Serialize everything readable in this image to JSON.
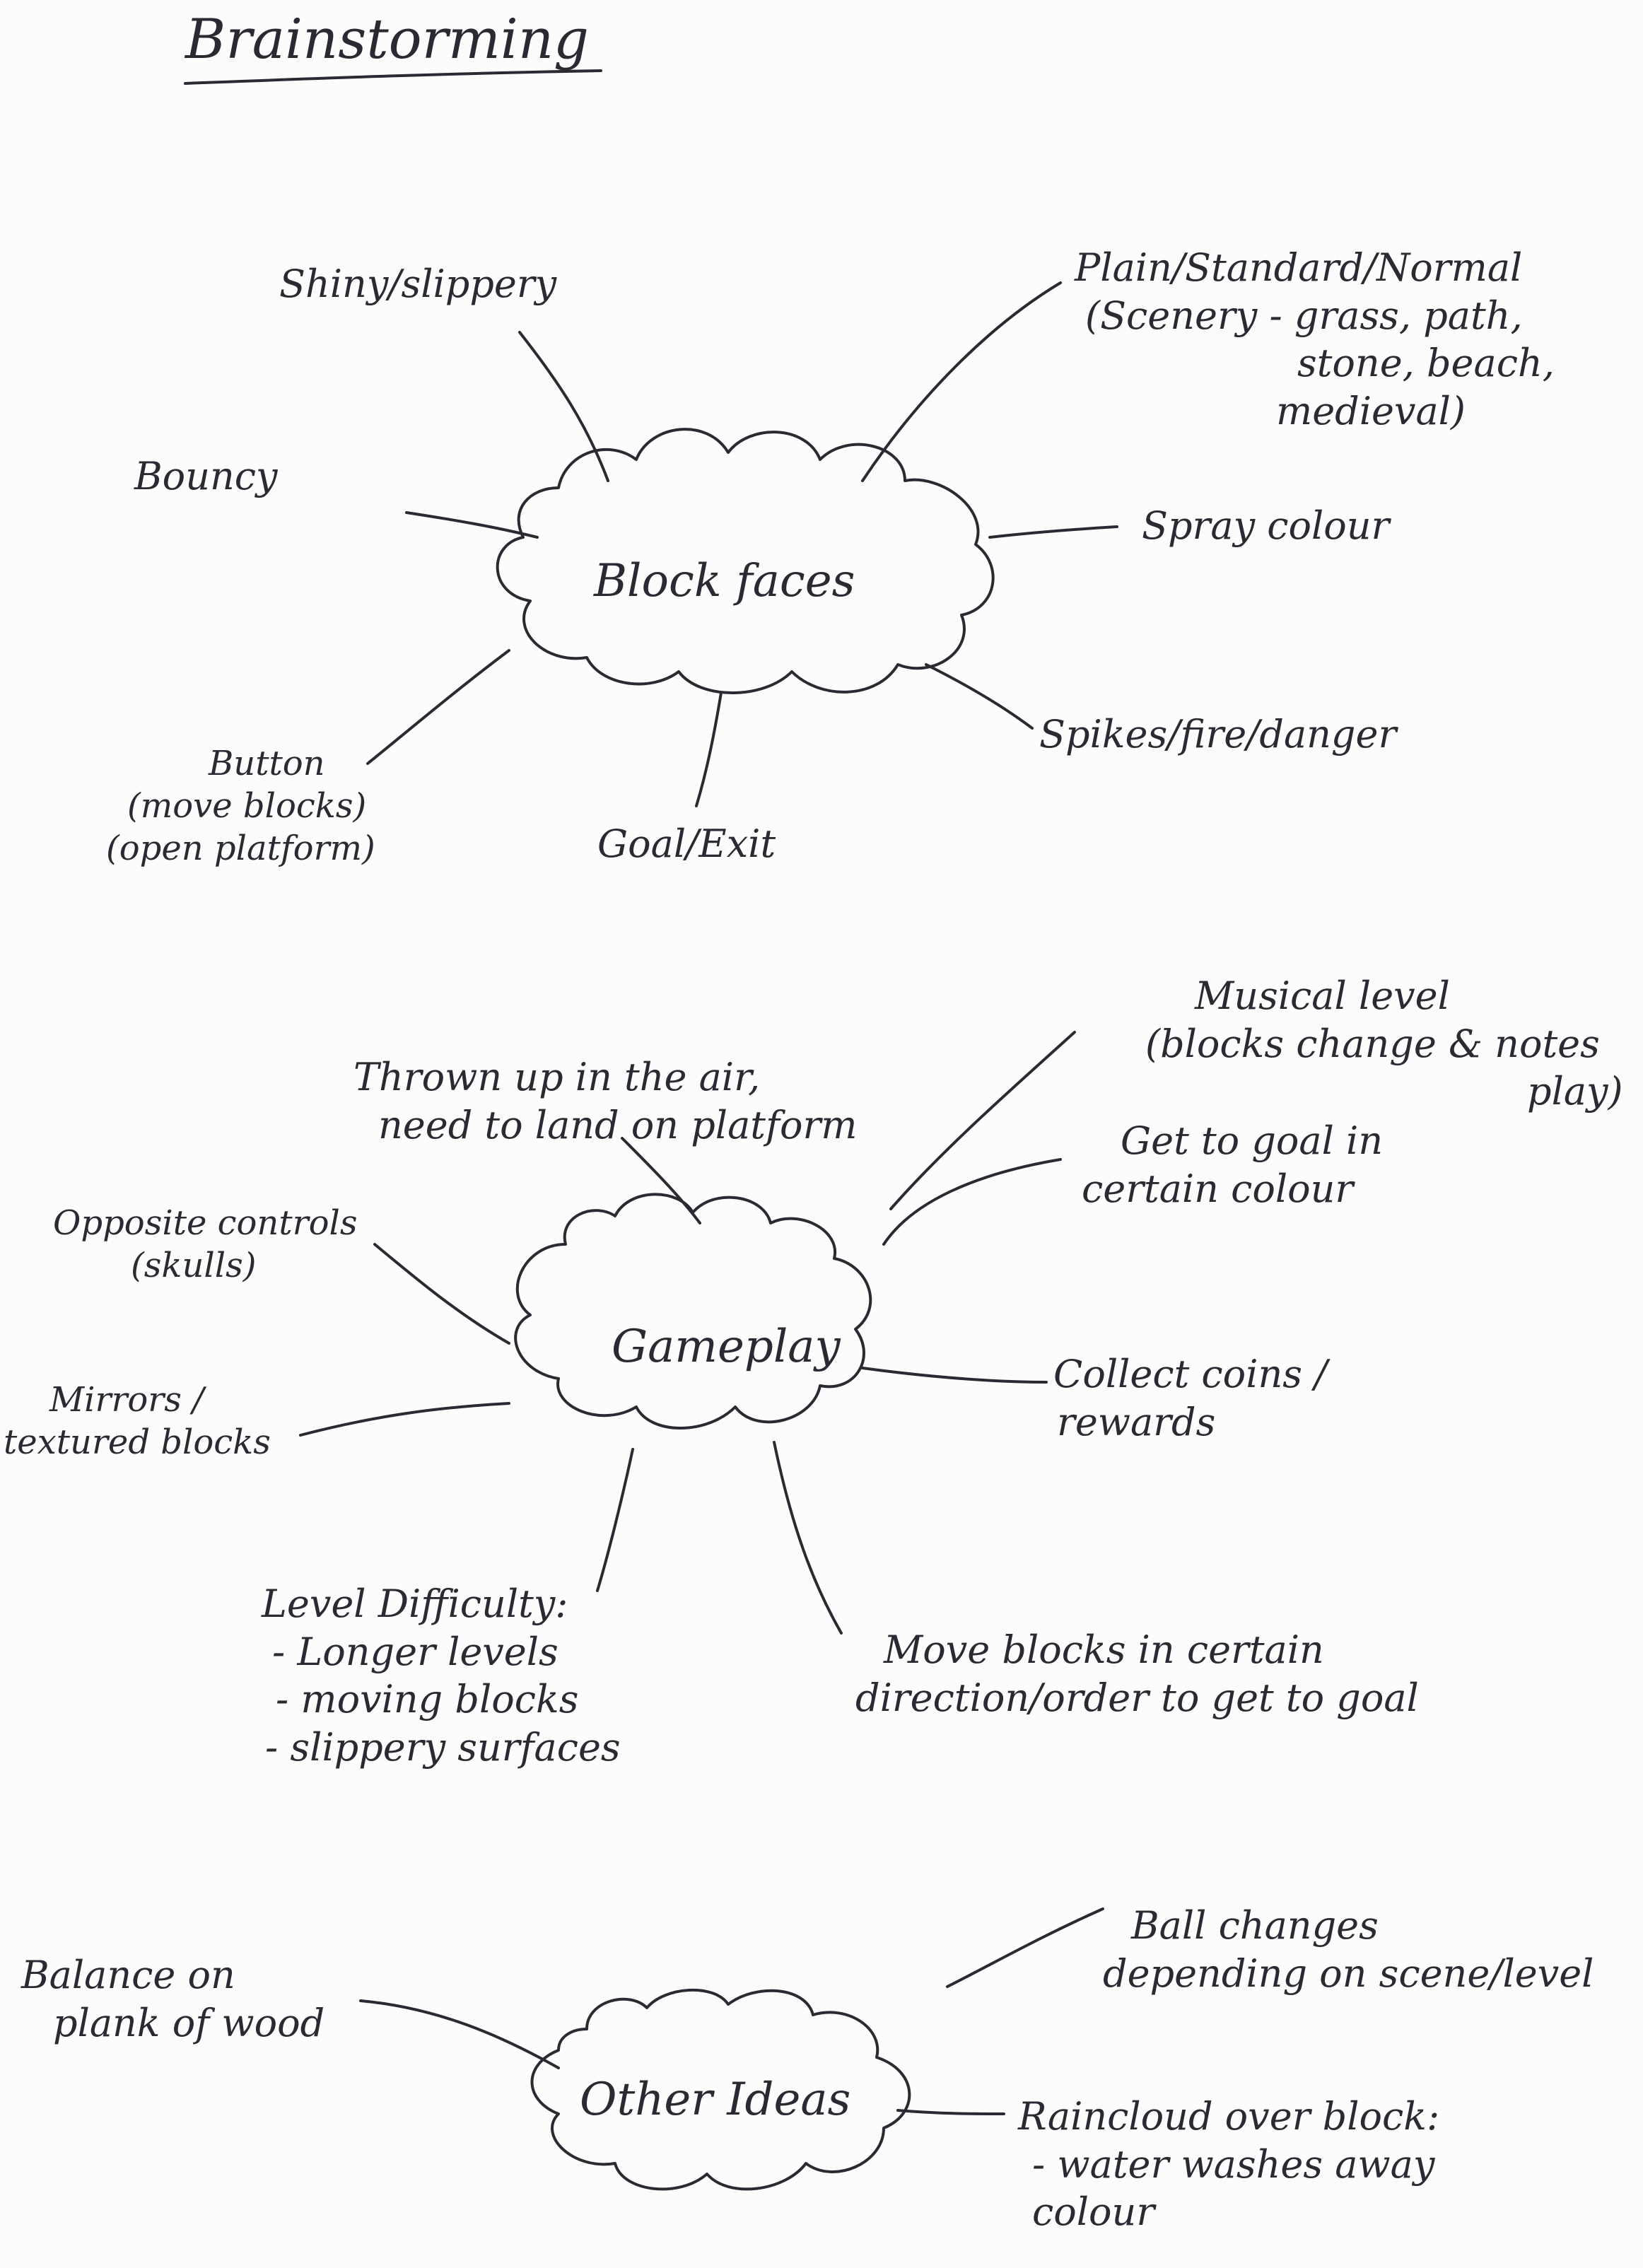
{
  "title": "Brainstorming",
  "colors": {
    "ink": "#2a2a33",
    "paper": "#fcfcfc"
  },
  "clusters": {
    "block_faces": {
      "center": "Block faces",
      "shiny": "Shiny/slippery",
      "plain": [
        "Plain/Standard/Normal",
        "(Scenery - grass, path,",
        "stone, beach,",
        "medieval)"
      ],
      "bouncy": "Bouncy",
      "spray": "Spray colour",
      "button": [
        "Button",
        "(move blocks)",
        "(open platform)"
      ],
      "goal": "Goal/Exit",
      "spikes": "Spikes/fire/danger"
    },
    "gameplay": {
      "center": "Gameplay",
      "musical": [
        "Musical level",
        "(blocks change & notes",
        "play)"
      ],
      "thrown": [
        "Thrown up in the air,",
        "need to land on platform"
      ],
      "colour_goal": [
        "Get to goal in",
        "certain colour"
      ],
      "opposite": [
        "Opposite controls",
        "(skulls)"
      ],
      "mirrors": [
        "Mirrors /",
        "textured blocks"
      ],
      "coins": [
        "Collect coins /",
        "rewards"
      ],
      "difficulty": [
        "Level Difficulty:",
        "- Longer levels",
        "- moving blocks",
        "- slippery surfaces"
      ],
      "move_blocks": [
        "Move blocks in certain",
        "direction/order to get to goal"
      ]
    },
    "other_ideas": {
      "center": "Other Ideas",
      "ball": [
        "Ball changes",
        "depending on scene/level"
      ],
      "balance": [
        "Balance on",
        "plank of wood"
      ],
      "raincloud": [
        "Raincloud over block:",
        "- water washes away",
        "colour"
      ]
    }
  }
}
